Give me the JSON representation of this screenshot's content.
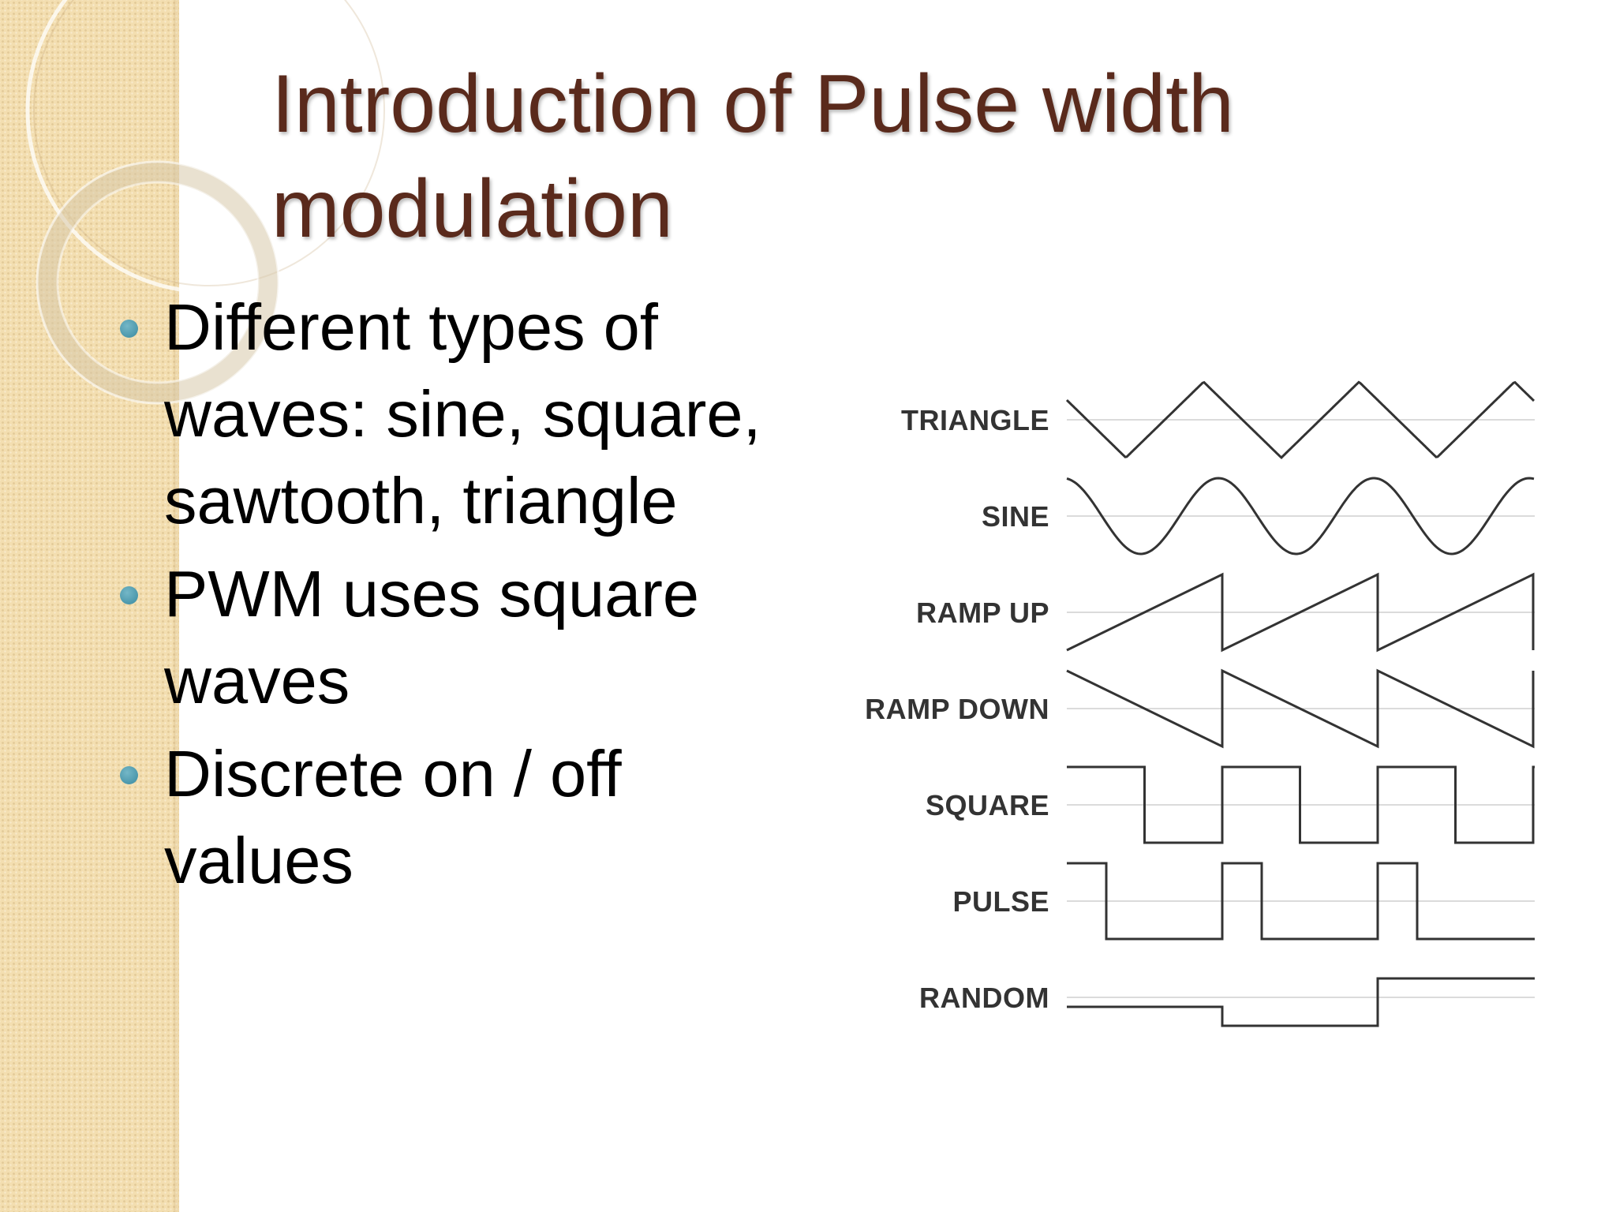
{
  "slide": {
    "title_lines": [
      "Introduction of Pulse width",
      "modulation"
    ],
    "bullets": [
      {
        "lines": [
          "Different types of",
          "waves: sine, square,",
          "sawtooth, triangle"
        ]
      },
      {
        "lines": [
          "PWM uses square",
          "waves"
        ]
      },
      {
        "lines": [
          "Discrete on / off",
          "values"
        ]
      }
    ],
    "colors": {
      "title": "#5a2a1c",
      "bullet_dot": "#4a9aae",
      "sidebar": "#f3deb0"
    }
  },
  "figure": {
    "waves": [
      {
        "label": "TRIANGLE",
        "kind": "triangle"
      },
      {
        "label": "SINE",
        "kind": "sine"
      },
      {
        "label": "RAMP UP",
        "kind": "ramp_up"
      },
      {
        "label": "RAMP DOWN",
        "kind": "ramp_down"
      },
      {
        "label": "SQUARE",
        "kind": "square"
      },
      {
        "label": "PULSE",
        "kind": "pulse"
      },
      {
        "label": "RANDOM",
        "kind": "random"
      }
    ]
  }
}
